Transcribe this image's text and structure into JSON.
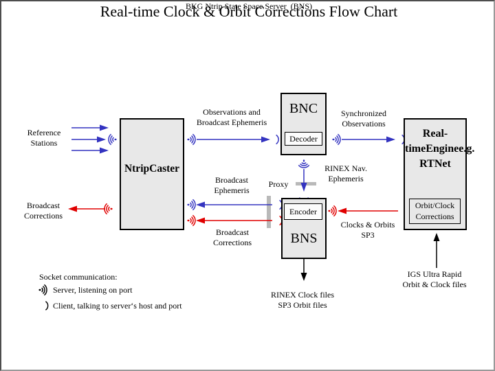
{
  "header": {
    "title": "Real-time Clock & Orbit Corrections Flow Chart",
    "subtitle": "BKG Ntrip State Space Server  (BNS)"
  },
  "boxes": {
    "caster": {
      "line1": "Ntrip",
      "line2": "Caster"
    },
    "bnc": {
      "title": "BNC",
      "sub": "Decoder"
    },
    "bns": {
      "title": "BNS",
      "sub": "Encoder"
    },
    "engine": {
      "line1": "Real-time",
      "line2": "Engine",
      "line3": "e.g. RTNet",
      "sub_line1": "Orbit/Clock",
      "sub_line2": "Corrections"
    }
  },
  "labels": {
    "ref_stations": {
      "line1": "Reference",
      "line2": "Stations"
    },
    "broadcast_corrections_left": {
      "line1": "Broadcast",
      "line2": "Corrections"
    },
    "observations_ephemeris": {
      "line1": "Observations and",
      "line2": "Broadcast Ephemeris"
    },
    "synchronized_observations": {
      "line1": "Synchronized",
      "line2": "Observations"
    },
    "rinex_nav": {
      "line1": "RINEX Nav.",
      "line2": "Ephemeris"
    },
    "proxy": "Proxy",
    "broadcast_ephemeris_mid": {
      "line1": "Broadcast",
      "line2": "Ephemeris"
    },
    "broadcast_corrections_mid": {
      "line1": "Broadcast",
      "line2": "Corrections"
    },
    "clocks_orbits": {
      "line1": "Clocks & Orbits",
      "line2": "SP3"
    },
    "rinex_files": {
      "line1": "RINEX Clock files",
      "line2": "SP3 Orbit files"
    },
    "igs": {
      "line1": "IGS Ultra Rapid",
      "line2": "Orbit & Clock files"
    }
  },
  "legend": {
    "title": "Socket communication:",
    "server": "Server, listening on port",
    "client": "Client, talking to server‘s host and port"
  },
  "colors": {
    "arrow_blue": "#3333C0",
    "arrow_red": "#E00000",
    "arrow_black": "#000000",
    "box_fill": "#E8E8E8",
    "sub_box_fill": "#FCFCFC",
    "proxy_bar": "#B9B9B9",
    "frame_dark": "#4D4D4D",
    "frame_light": "#999999"
  }
}
